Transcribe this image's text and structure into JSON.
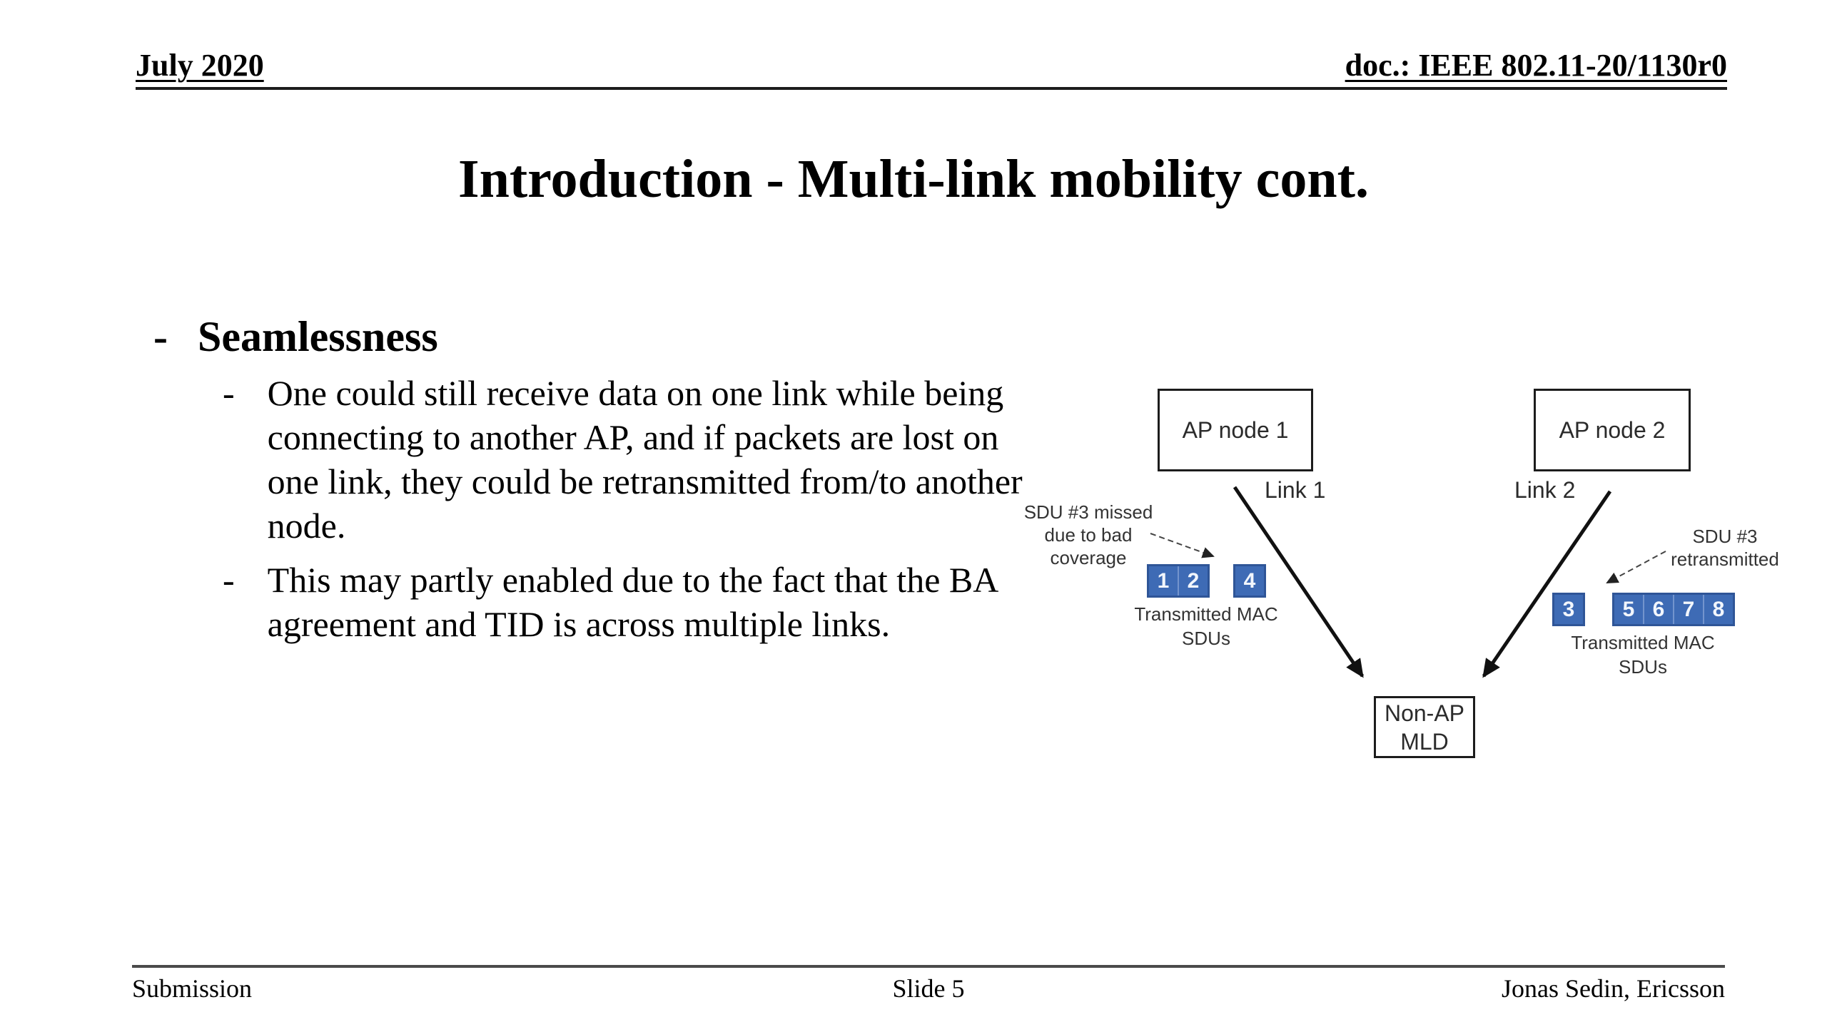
{
  "header": {
    "date": "July 2020",
    "doc_id": "doc.: IEEE 802.11-20/1130r0"
  },
  "title": "Introduction - Multi-link mobility cont.",
  "body": {
    "bullet_dash": "-",
    "main_bullet": "Seamlessness",
    "sub_bullets": [
      "One could still receive data on one link while being connecting to another AP, and if packets are lost on one link, they could be retransmitted from/to another node.",
      "This may partly enabled due to the fact that the BA agreement and TID is across multiple links."
    ]
  },
  "diagram": {
    "ap_node_1": "AP node 1",
    "ap_node_2": "AP node 2",
    "link_1": "Link 1",
    "link_2": "Link 2",
    "non_ap_mld": {
      "line1": "Non-AP",
      "line2": "MLD"
    },
    "left_annotation": {
      "line1": "SDU #3 missed",
      "line2": "due to bad",
      "line3": "coverage"
    },
    "right_annotation": {
      "line1": "SDU #3",
      "line2": "retransmitted"
    },
    "left_sdu_group": [
      "1",
      "2"
    ],
    "left_sdu_single": "4",
    "right_sdu_single": "3",
    "right_sdu_group": [
      "5",
      "6",
      "7",
      "8"
    ],
    "left_caption": {
      "line1": "Transmitted MAC",
      "line2": "SDUs"
    },
    "right_caption": {
      "line1": "Transmitted MAC",
      "line2": "SDUs"
    },
    "colors": {
      "sdu_fill": "#3E6BB5",
      "sdu_border": "#2F5597",
      "arrow": "#111111"
    }
  },
  "footer": {
    "left": "Submission",
    "center": "Slide 5",
    "right": "Jonas Sedin, Ericsson"
  }
}
